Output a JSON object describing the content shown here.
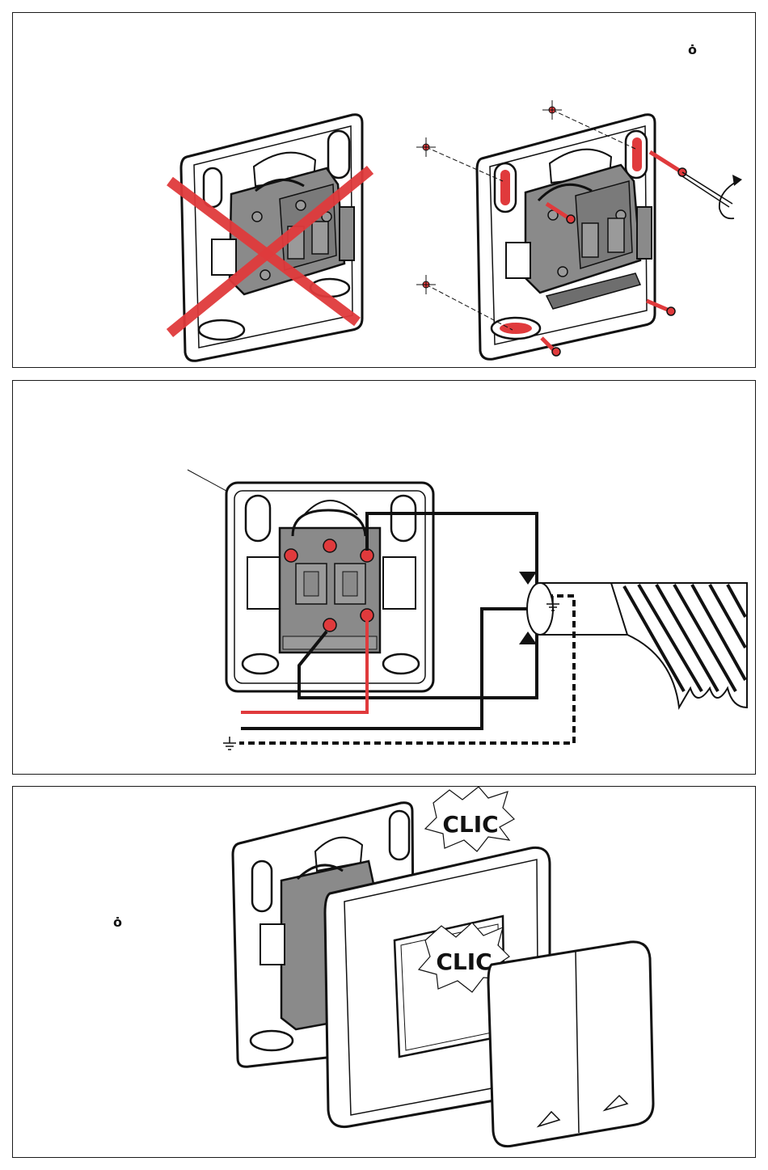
{
  "steps": [
    {
      "id": 1,
      "marker": "ȯ"
    },
    {
      "id": 2
    },
    {
      "id": 3,
      "marker": "ȯ",
      "callouts": [
        "CLIC",
        "CLIC"
      ]
    }
  ],
  "colors": {
    "line": "#111111",
    "accent_red": "#e03a3c",
    "body_gray": "#8a8a8a",
    "body_gray_dark": "#6e6e6e",
    "background": "#ffffff"
  },
  "icons": [
    "cross-out-mark",
    "screw",
    "screwdriver",
    "rotation-arrow",
    "screw-hole-target",
    "ground-symbol",
    "arrow-down",
    "arrow-up"
  ]
}
